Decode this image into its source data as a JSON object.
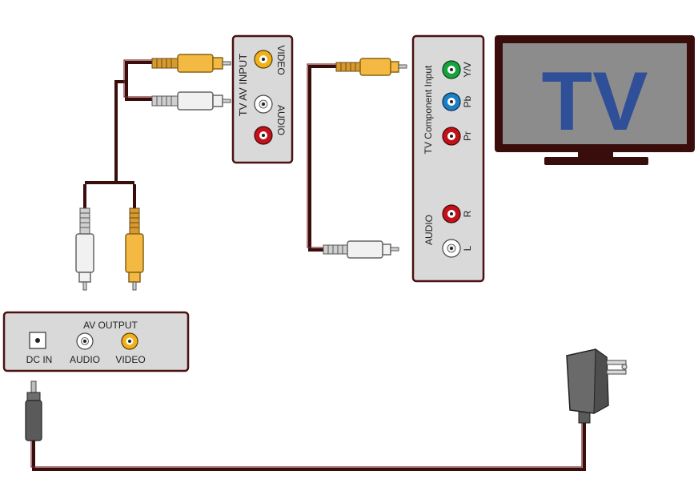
{
  "tv_av_panel": {
    "title": "TV AV INPUT",
    "video_label": "VIDEO",
    "audio_label": "AUDIO"
  },
  "component_panel": {
    "title": "TV Component Input",
    "yv_label": "Y/V",
    "pb_label": "Pb",
    "pr_label": "Pr",
    "audio_label": "AUDIO",
    "r_label": "R",
    "l_label": "L"
  },
  "tv": {
    "label": "TV",
    "text_color": "#2f4f98",
    "screen_color": "#8c8c8c"
  },
  "device_panel": {
    "title": "AV OUTPUT",
    "dc_in_label": "DC IN",
    "audio_label": "AUDIO",
    "video_label": "VIDEO"
  },
  "colors": {
    "panel_fill": "#d9d9d9",
    "panel_border": "#4a1111",
    "cable": "#3a0d0d",
    "plug_yellow": "#f4b942",
    "plug_white": "#f1f1f1",
    "jack_yellow": "#f0b11a",
    "jack_red": "#c0121a",
    "jack_green": "#17a33b",
    "jack_blue": "#1c7ec4",
    "jack_white": "#ffffff"
  }
}
